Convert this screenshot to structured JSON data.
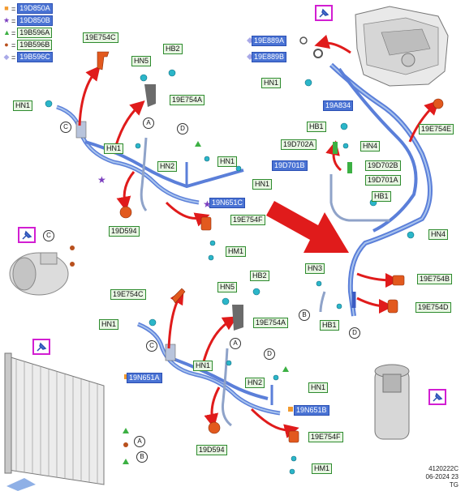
{
  "legend": [
    {
      "symbol": "■",
      "color": "#f29a2e",
      "code": "19D850A"
    },
    {
      "symbol": "★",
      "color": "#7b3fbf",
      "code": "19D850B"
    },
    {
      "symbol": "▲",
      "color": "#3cb043",
      "code": "19B596A"
    },
    {
      "symbol": "●",
      "color": "#b8501d",
      "code": "19B596B"
    },
    {
      "symbol": "◆",
      "color": "#a9a9e8",
      "code": "19B596C"
    }
  ],
  "labels": {
    "e754c_1": "19E754C",
    "hb2_1": "HB2",
    "hn5_1": "HN5",
    "e754a_1": "19E754A",
    "hn1_a": "HN1",
    "hn1_b": "HN1",
    "hn2_1": "HN2",
    "hn1_c": "HN1",
    "hn1_d": "HN1",
    "n651c": "19N651C",
    "d594_1": "19D594",
    "e754f_1": "19E754F",
    "hm1_1": "HM1",
    "e889a": "19E889A",
    "e889b": "19E889B",
    "hn1_e": "HN1",
    "a834": "19A834",
    "e754e": "19E754E",
    "hb1_1": "HB1",
    "d702a": "19D702A",
    "hn4_1": "HN4",
    "d701b": "19D701B",
    "d702b": "19D702B",
    "d701a": "19D701A",
    "hb1_2": "HB1",
    "hn4_2": "HN4",
    "hn3": "HN3",
    "e754b": "19E754B",
    "e754d": "19E754D",
    "hb1_3": "HB1",
    "e754c_2": "19E754C",
    "hn5_2": "HN5",
    "hb2_2": "HB2",
    "hn1_f": "HN1",
    "e754a_2": "19E754A",
    "n651a": "19N651A",
    "hn1_g": "HN1",
    "hn2_2": "HN2",
    "hn1_h": "HN1",
    "n651b": "19N651B",
    "d594_2": "19D594",
    "e754f_2": "19E754F",
    "hm1_2": "HM1"
  },
  "callouts": {
    "A": "A",
    "B": "B",
    "C": "C",
    "D": "D"
  },
  "drawing_code": {
    "number": "4120222C",
    "date": "06-2024 23",
    "initials": "TG"
  },
  "colors": {
    "pipe": "#5b7fd9",
    "pipe_light": "#a9c4ee",
    "arrow": "#e01b1b",
    "part_orange": "#e2591e",
    "part_cyan": "#2bb6c9",
    "label_border": "#2e8b2e",
    "highlight_label": "#4a73d4",
    "pin_frame": "#d21ed2"
  },
  "icons": [
    "pushpin-icon",
    "compressor-illustration",
    "condenser-illustration",
    "receiver-drier-illustration",
    "hvac-unit-illustration"
  ]
}
